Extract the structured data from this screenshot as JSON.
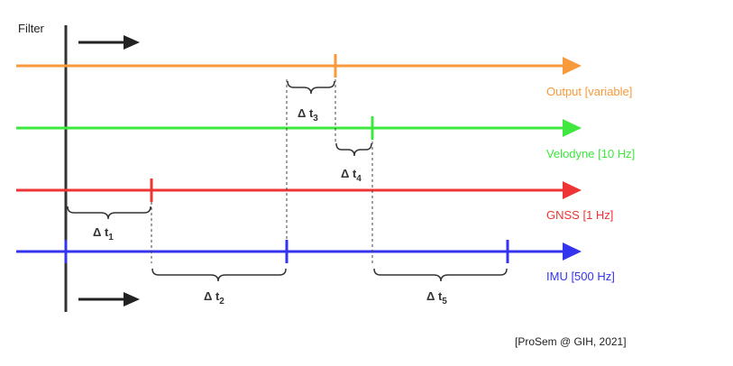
{
  "filter": {
    "label": "Filter",
    "line_color": "#333333",
    "arrow_color": "#222222"
  },
  "streams": [
    {
      "id": "output",
      "label": "Output [variable]",
      "color": "#f89a3c"
    },
    {
      "id": "velodyne",
      "label": "Velodyne [10 Hz]",
      "color": "#3ee83e"
    },
    {
      "id": "gnss",
      "label": "GNSS [1 Hz]",
      "color": "#ee3434"
    },
    {
      "id": "imu",
      "label": "IMU [500 Hz]",
      "color": "#3434ee"
    }
  ],
  "intervals": [
    {
      "id": "dt1",
      "text": "Δ t",
      "sub": "1"
    },
    {
      "id": "dt2",
      "text": "Δ t",
      "sub": "2"
    },
    {
      "id": "dt3",
      "text": "Δ t",
      "sub": "3"
    },
    {
      "id": "dt4",
      "text": "Δ t",
      "sub": "4"
    },
    {
      "id": "dt5",
      "text": "Δ t",
      "sub": "5"
    }
  ],
  "citation": "[ProSem @ GIH, 2021]"
}
